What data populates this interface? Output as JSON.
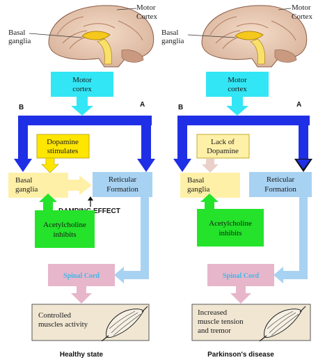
{
  "colors": {
    "motor_box": "#33e6f5",
    "blue_arrow": "#1f2fe6",
    "basal_box": "#fff0a8",
    "dopamine_box": "#ffe600",
    "ach_box": "#24e32a",
    "reticular_box": "#a8d2f2",
    "spinal_box": "#e7b6cb",
    "outcome_box": "#f0e6d2"
  },
  "left_panel": {
    "brain_labels": {
      "motor_cortex_1": "Motor",
      "motor_cortex_2": "Cortex",
      "basal_1": "Basal",
      "basal_2": "ganglia"
    },
    "motor_box": {
      "line1": "Motor",
      "line2": "cortex"
    },
    "label_b": "B",
    "label_a": "A",
    "dopamine": {
      "line1": "Dopamine",
      "line2": "stimulates"
    },
    "basal": {
      "line1": "Basal",
      "line2": "ganglia"
    },
    "reticular": {
      "line1": "Reticular",
      "line2": "Formation"
    },
    "damping": "DAMPING EFFECT",
    "ach": {
      "line1": "Acetylcholine",
      "line2": "inhibits"
    },
    "spinal": "Spinal Cord",
    "outcome": {
      "line1": "Controlled",
      "line2": "muscles activity"
    },
    "caption": "Healthy state"
  },
  "right_panel": {
    "brain_labels": {
      "motor_cortex_1": "Motor",
      "motor_cortex_2": "Cortex",
      "basal_1": "Basal",
      "basal_2": "ganglia"
    },
    "motor_box": {
      "line1": "Motor",
      "line2": "cortex"
    },
    "label_b": "B",
    "label_a": "A",
    "dopamine": {
      "line1": "Lack of",
      "line2": "Dopamine"
    },
    "basal": {
      "line1": "Basal",
      "line2": "ganglia"
    },
    "reticular": {
      "line1": "Reticular",
      "line2": "Formation"
    },
    "ach": {
      "line1": "Acetylcholine",
      "line2": "inhibits"
    },
    "spinal": "Spinal Cord",
    "outcome": {
      "line1": "Increased",
      "line2": "muscle tension",
      "line3": "and tremor"
    },
    "caption": "Parkinson's disease"
  }
}
